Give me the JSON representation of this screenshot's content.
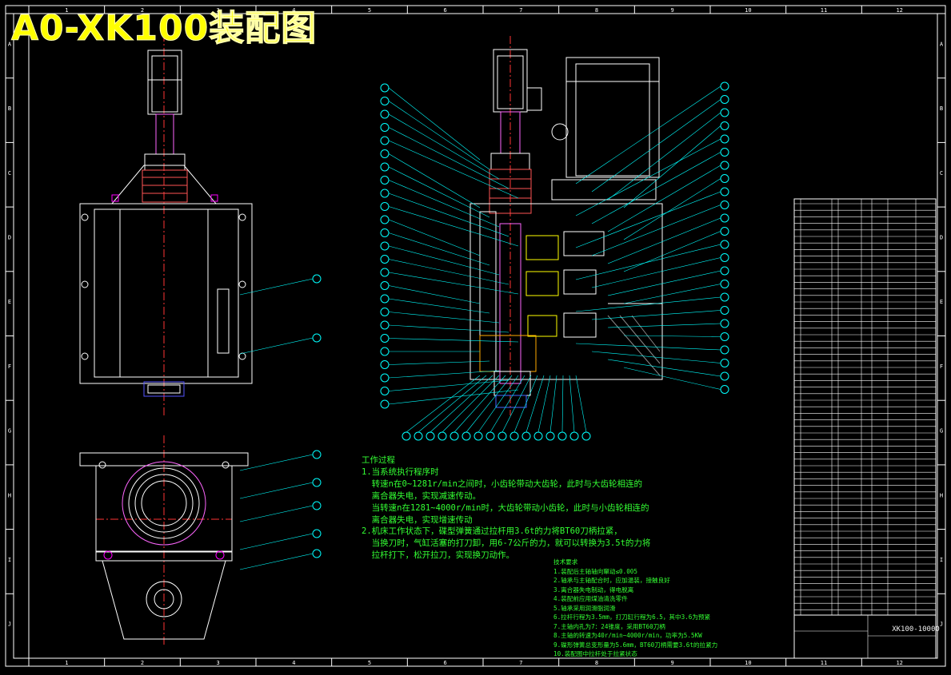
{
  "drawing": {
    "title": "A0-XK100装配图",
    "drawing_number": "XK100-10000"
  },
  "border": {
    "column_marks": [
      "1",
      "2",
      "3",
      "4",
      "5",
      "6",
      "7",
      "8",
      "9",
      "10",
      "11",
      "12"
    ],
    "row_marks": [
      "A",
      "B",
      "C",
      "D",
      "E",
      "F",
      "G",
      "H",
      "I",
      "J"
    ]
  },
  "process_notes": {
    "heading": "工作过程",
    "lines": [
      "1.当系统执行程序时",
      "  转速n在0~1281r/min之间时，小齿轮带动大齿轮，此时与大齿轮相连的",
      "  离合器失电，实现减速传动。",
      "  当转速n在1281~4000r/min时，大齿轮带动小齿轮，此时与小齿轮相连的",
      "  离合器失电，实现增速传动",
      "2.机床工作状态下，碟型弹簧通过拉杆用3.6t的力将BT60刀柄拉紧，",
      "  当换刀时，气缸活塞的打刀卸，用6-7公斤的力，就可以转换为3.5t的力将",
      "  拉杆打下，松开拉刀，实现换刀动作。"
    ]
  },
  "tech_requirements": {
    "heading": "技术要求",
    "lines": [
      "1.装配后主轴轴向窜动≤0.005",
      "2.轴承与主轴配合时，应加温装，接触良好",
      "3.离合器失电制动，得电脱离",
      "4.装配前应用煤油清洗零件",
      "5.轴承采用润滑脂润滑",
      "6.拉杆行程为3.5mm，打刀缸行程为6.5，其中3.6为预紧",
      "7.主轴内孔为7：24锥度，采用BT60刀柄",
      "8.主轴的转速为40r/min~4000r/min，功率为5.5KW",
      "9.碟形弹簧总变形量为5.6mm，BT60刀柄需要3.6t的拉紧力",
      "10.装配图中拉杆处于拉紧状态"
    ]
  },
  "colors": {
    "background": "#000000",
    "frame": "#ffffff",
    "title": "#ffff00",
    "notes": "#33ff33",
    "leader": "#00ffff",
    "centerline": "#ff3333",
    "part": "#ffffff",
    "accent": "#ff00ff"
  }
}
